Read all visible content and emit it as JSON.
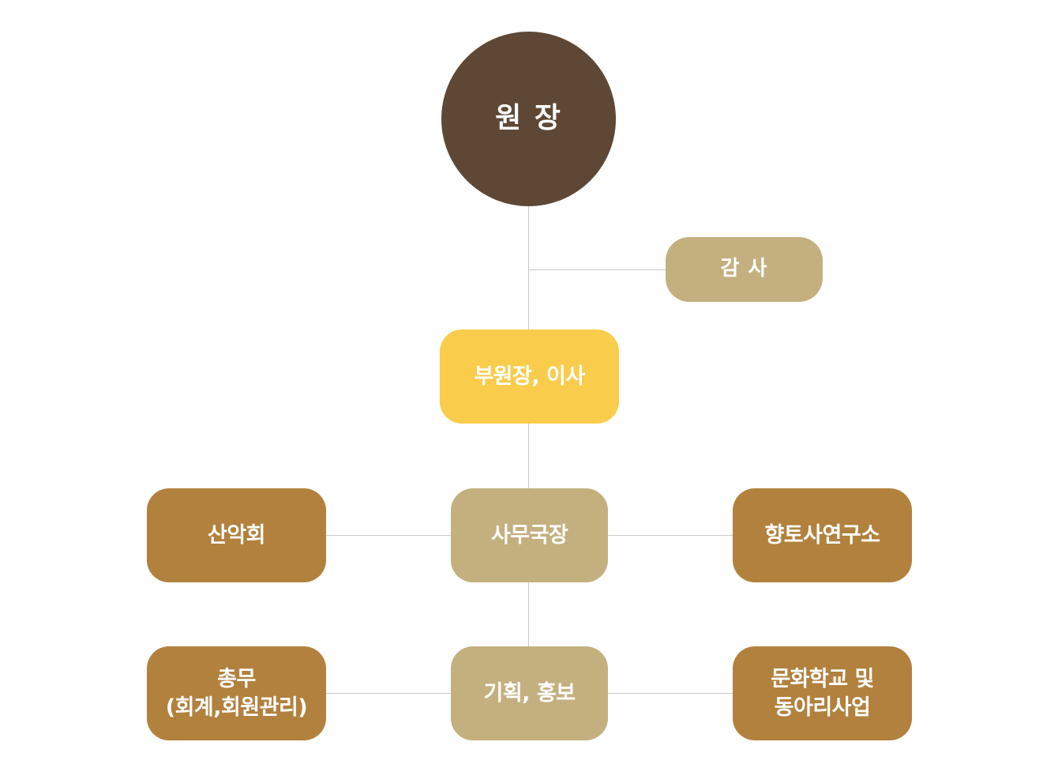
{
  "colors": {
    "director": "#5e4835",
    "tan": "#c4b07f",
    "yellow": "#f9cc4b",
    "brown": "#b2813d",
    "line": "#c8c8c8"
  },
  "nodes": {
    "director": "원 장",
    "audit": "감 사",
    "vice": "부원장, 이사",
    "secretary": "사무국장",
    "planning": "기획, 홍보",
    "hiking": "산악회",
    "history": "향토사연구소",
    "general_line1": "총무",
    "general_line2": "(회계,회원관리)",
    "culture_line1": "문화학교 및",
    "culture_line2": "동아리사업"
  }
}
